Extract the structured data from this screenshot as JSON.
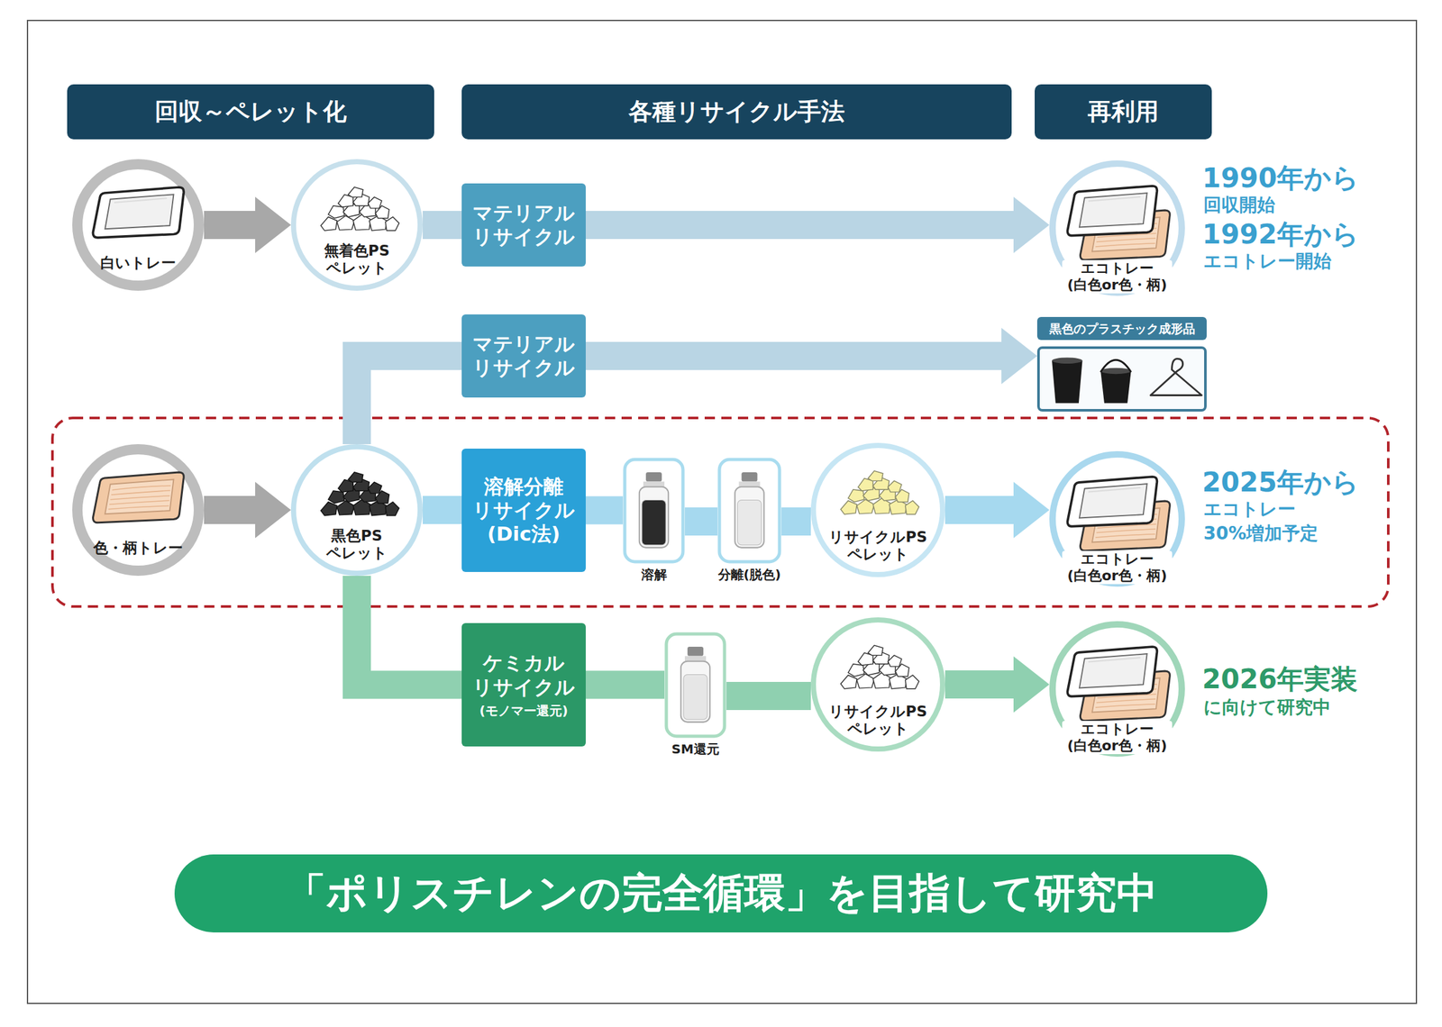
{
  "diagram": {
    "nodes": [
      {
        "text": [
          "回収～ペレット化"
        ]
      },
      {
        "text": [
          "各種リサイクル手法"
        ]
      },
      {
        "text": [
          "再利用"
        ]
      },
      {
        "text": [
          "白いトレー"
        ]
      },
      {
        "text": [
          "無着色PS ペレット"
        ]
      },
      {
        "text": [
          "マテリアル リサイクル"
        ]
      },
      {
        "text": [
          "エコトレー (白色or色・柄)"
        ]
      },
      {
        "text": [
          "マテリアル リサイクル"
        ]
      },
      {
        "text": [
          "黒色のプラスチック成形品"
        ]
      },
      {
        "text": [
          "色・柄トレー"
        ]
      },
      {
        "text": [
          "黒色PS ペレット"
        ]
      },
      {
        "text": [
          "溶解分離 リサイクル (Dic法)"
        ]
      },
      {
        "text": [
          "溶解"
        ]
      },
      {
        "text": [
          "分離(脱色)"
        ]
      },
      {
        "text": [
          "リサイクルPS ペレット"
        ]
      },
      {
        "text": [
          "エコトレー (白色or色・柄)"
        ]
      },
      {
        "text": [
          "ケミカル リサイクル",
          "(モノマー還元)"
        ]
      },
      {
        "text": [
          "SM還元"
        ]
      },
      {
        "text": [
          "リサイクルPS ペレット"
        ]
      },
      {
        "text": [
          "エコトレー (白色or色・柄)"
        ]
      },
      {
        "text": [
          "「ポリスチレンの完全循環」を目指して研究中"
        ]
      }
    ],
    "edges": [
      {
        "from": 3,
        "to": 4,
        "arrow": "to"
      },
      {
        "from": 4,
        "to": 5,
        "arrow": "none"
      },
      {
        "from": 5,
        "to": 6,
        "arrow": "to"
      },
      {
        "from": 10,
        "to": 7,
        "arrow": "none"
      },
      {
        "from": 7,
        "to": 8,
        "arrow": "to"
      },
      {
        "from": 9,
        "to": 10,
        "arrow": "to"
      },
      {
        "from": 10,
        "to": 11,
        "arrow": "none"
      },
      {
        "from": 11,
        "to": 12,
        "arrow": "none"
      },
      {
        "from": 12,
        "to": 13,
        "arrow": "none"
      },
      {
        "from": 13,
        "to": 14,
        "arrow": "none"
      },
      {
        "from": 14,
        "to": 15,
        "arrow": "to"
      },
      {
        "from": 10,
        "to": 16,
        "arrow": "none"
      },
      {
        "from": 16,
        "to": 17,
        "arrow": "none"
      },
      {
        "from": 17,
        "to": 18,
        "arrow": "none"
      },
      {
        "from": 18,
        "to": 19,
        "arrow": "to"
      }
    ],
    "labels": [
      "1990年から",
      "回収開始",
      "1992年から",
      "エコトレー開始",
      "2025年から",
      "エコトレー",
      "30%増加予定",
      "2026年実装",
      "に向けて研究中"
    ]
  }
}
